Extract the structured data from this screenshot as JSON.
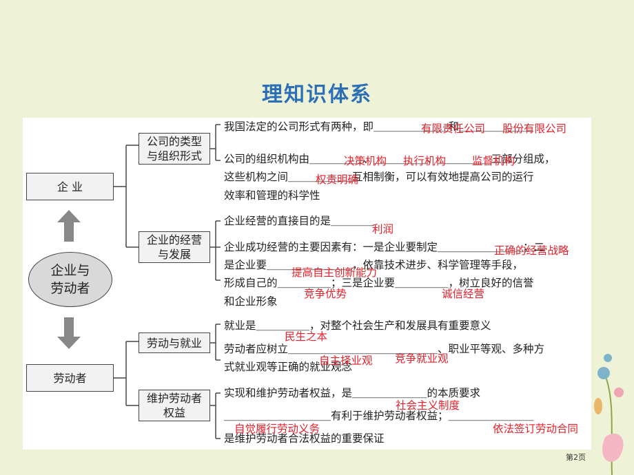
{
  "title": "理知识体系",
  "central": "企业与\n劳动者",
  "enterprise": "企 业",
  "worker": "劳动者",
  "sub1": "公司的类型\n与组织形式",
  "sub2": "企业的经营\n与发展",
  "sub3": "劳动与就业",
  "sub4": "维护劳动者\n权益",
  "lines": {
    "l1": "我国法定的公司形式有两种，即＿＿＿＿＿＿＿和＿＿＿＿＿＿＿",
    "l2": "公司的组织机构由＿＿＿＿＿、＿＿＿＿＿、＿＿＿＿＿三部分组成，",
    "l3": "这些机构之间＿＿＿＿＿＿互相制衡，可以有效地提高公司的运行",
    "l4": "效率和管理的科学性",
    "l5": "企业经营的直接目的是＿＿＿＿",
    "l6": "企业成功经营的主要因素有：一是企业要制定＿＿＿＿＿＿＿＿；二",
    "l7": "是企业要＿＿＿＿＿＿＿＿，依靠技术进步、科学管理等手段，",
    "l8": "形成自己的＿＿＿＿＿；三是企业要＿＿＿＿＿，树立良好的信誉",
    "l9": "和企业形象",
    "l10": "就业是＿＿＿＿＿，对整个社会生产和发展具有重要意义",
    "l11": "劳动者应树立＿＿＿＿＿＿＿＿＿＿＿＿＿＿、职业平等观、多种方",
    "l12": "式就业观等正确的就业观念",
    "l13": "实现和维护劳动者权益，是＿＿＿＿＿＿＿的本质要求",
    "l14": "＿＿＿＿＿＿＿＿＿＿有利于维护劳动者权益；＿＿＿＿＿＿＿＿",
    "l15": "是维护劳动者合法权益的重要保证"
  },
  "answers": {
    "a1": "有限责任公司",
    "a2": "股份有限公司",
    "a3": "决策机构",
    "a4": "执行机构",
    "a5": "监督机构",
    "a6": "权责明确",
    "a7": "利润",
    "a8": "正确的经营战略",
    "a9": "提高自主创新能力",
    "a10": "竞争优势",
    "a11": "诚信经营",
    "a12": "民生之本",
    "a13": "自主择业观",
    "a14": "竞争就业观",
    "a15": "社会主义制度",
    "a16": "自觉履行劳动义务",
    "a17": "依法签订劳动合同"
  },
  "page_number": "第2页",
  "colors": {
    "title": "#2c6fb7",
    "answer": "#e8202a",
    "background": "#eef3d8"
  }
}
